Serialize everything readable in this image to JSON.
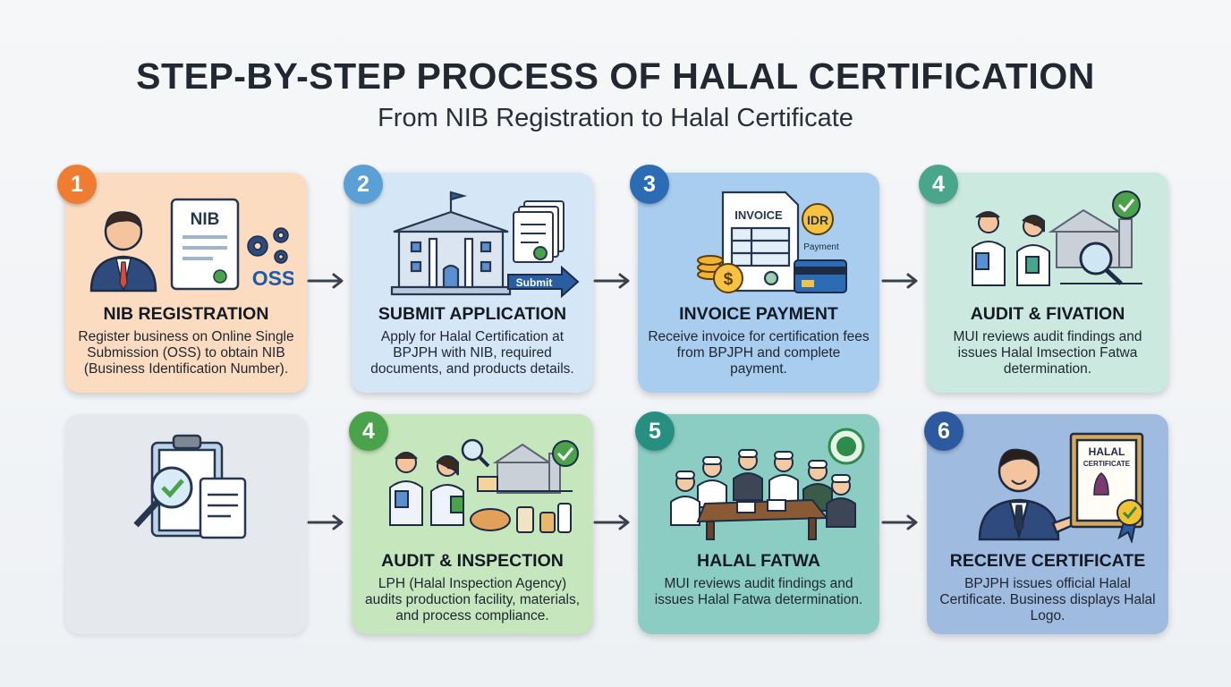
{
  "header": {
    "title": "STEP-BY-STEP PROCESS OF HALAL CERTIFICATION",
    "subtitle": "From NIB Registration to Halal Certificate"
  },
  "colors": {
    "step1_bg": "#fbdcc1",
    "step1_badge": "#ee7d31",
    "step2_bg": "#d5e7f6",
    "step2_badge": "#5a9fd6",
    "step3_bg": "#a9cdee",
    "step3_badge": "#2b6cb5",
    "step4_bg": "#cbe9df",
    "step4_badge": "#49a68b",
    "step4b_bg": "#c6e6bd",
    "step4b_badge": "#4aa24a",
    "step5_bg": "#8bcdc3",
    "step5_badge": "#268f82",
    "step6_bg": "#9fbbdf",
    "step6_badge": "#2d5a9e",
    "placeholder_bg": "#e5e8ec"
  },
  "steps": {
    "nib": {
      "number": "1",
      "title": "NIB REGISTRATION",
      "desc": "Register business on Online Single Submission (OSS) to obtain NIB (Business Identification Number).",
      "doc_label": "NIB",
      "logo_label": "OSS"
    },
    "submit": {
      "number": "2",
      "title": "SUBMIT APPLICATION",
      "desc": "Apply for Halal Certification at BPJPH with NIB, required documents, and products details.",
      "button_label": "Submit"
    },
    "invoice": {
      "number": "3",
      "title": "INVOICE PAYMENT",
      "desc": "Receive invoice for certification fees from BPJPH and complete payment.",
      "invoice_label": "INVOICE",
      "currency_label": "IDR",
      "payment_label": "Payment"
    },
    "audit_fivation": {
      "number": "4",
      "title": "AUDIT & FIVATION",
      "desc": "MUI reviews audit findings and issues Halal Imsection Fatwa determination."
    },
    "audit_inspection": {
      "number": "4",
      "title": "AUDIT & INSPECTION",
      "desc": "LPH (Halal Inspection Agency) audits production facility, materials, and process compliance."
    },
    "fatwa": {
      "number": "5",
      "title": "HALAL FATWA",
      "desc": "MUI reviews audit findings and issues Halal Fatwa determination."
    },
    "certificate": {
      "number": "6",
      "title": "RECEIVE CERTIFICATE",
      "desc": "BPJPH issues official Halal Certificate. Business displays Halal Logo.",
      "cert_title": "HALAL",
      "cert_sub": "CERTIFICATE"
    }
  },
  "icons": {
    "nib": [
      "person-icon",
      "nib-document-icon",
      "gears-icon",
      "oss-logo"
    ],
    "submit": [
      "government-building-icon",
      "documents-icon",
      "submit-arrow-icon"
    ],
    "invoice": [
      "invoice-icon",
      "coins-icon",
      "credit-card-icon",
      "idr-coin-icon"
    ],
    "audit_fivation": [
      "auditors-icon",
      "magnifier-icon",
      "factory-icon",
      "check-badge-icon"
    ],
    "review": [
      "clipboard-icon",
      "magnifier-check-icon",
      "document-icon"
    ],
    "audit_inspection": [
      "inspectors-icon",
      "factory-icon",
      "food-products-icon",
      "check-badge-icon"
    ],
    "fatwa": [
      "ulama-meeting-icon",
      "mui-seal-icon"
    ],
    "certificate": [
      "businessman-icon",
      "halal-certificate-icon",
      "award-ribbon-icon"
    ]
  }
}
